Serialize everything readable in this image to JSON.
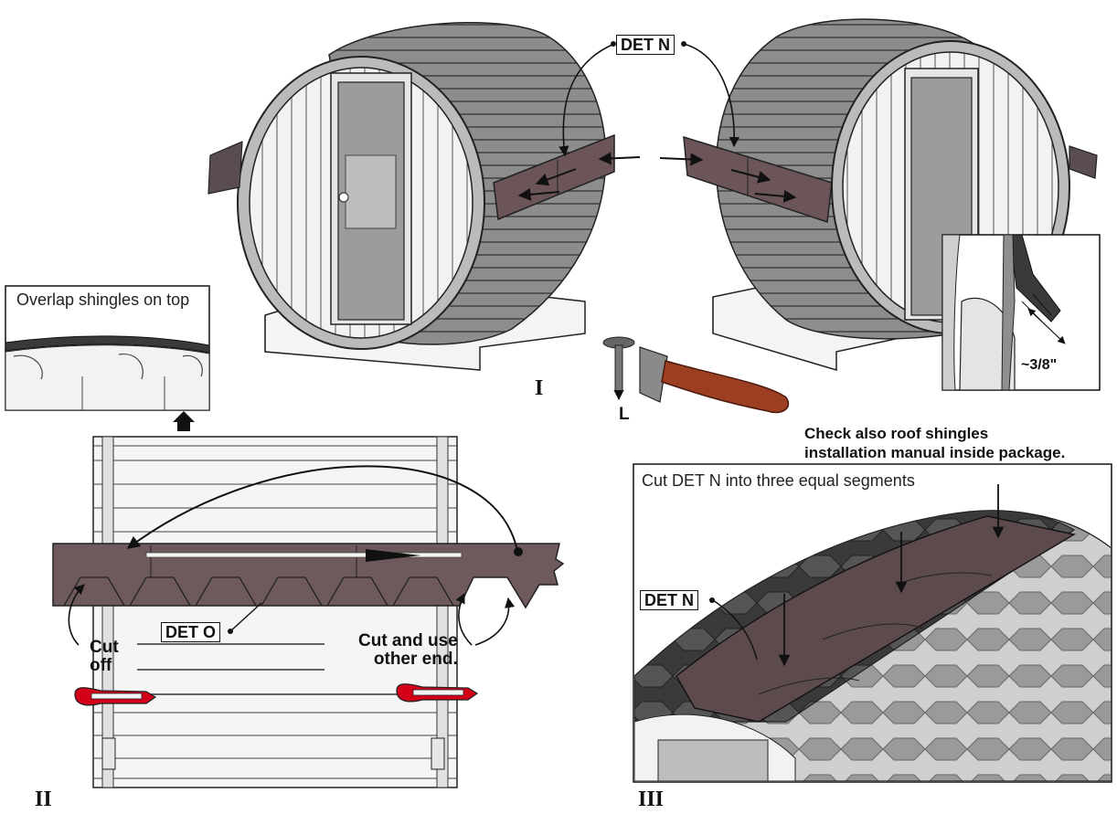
{
  "labels": {
    "det_n_top": "DET N",
    "det_n_roof": "DET N",
    "det_o": "DET O",
    "nail": "L",
    "cut_off": "Cut\noff",
    "cut_use": "Cut and use\nother end.",
    "gap": "~3/8\""
  },
  "steps": {
    "one": "I",
    "two": "II",
    "three": "III"
  },
  "captions": {
    "overlap": "Overlap shingles on top",
    "cut_three": "Cut DET N into three equal segments"
  },
  "note": "Check also roof shingles\ninstallation manual inside package."
}
